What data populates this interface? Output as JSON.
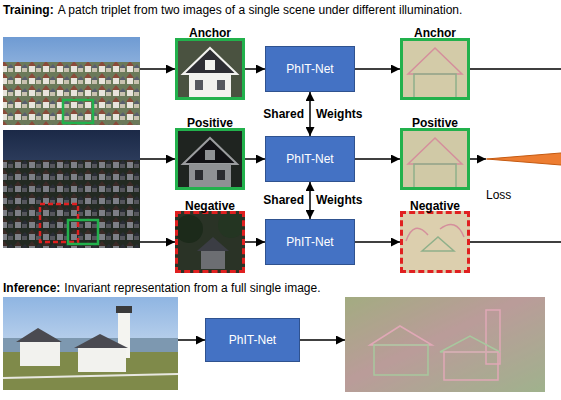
{
  "diagram": {
    "nodes": [
      {
        "text": [
          "Anchor"
        ]
      },
      {
        "text": [
          "PhIT-Net"
        ]
      },
      {
        "text": [
          "Anchor"
        ]
      },
      {
        "text": [
          "Positive"
        ]
      },
      {
        "text": [
          "PhIT-Net"
        ]
      },
      {
        "text": [
          "Positive"
        ]
      },
      {
        "text": [
          "Loss"
        ]
      },
      {
        "text": [
          "Negative"
        ]
      },
      {
        "text": [
          "PhIT-Net"
        ]
      },
      {
        "text": [
          "Negative"
        ]
      },
      {
        "text": [
          "PhIT-Net"
        ]
      }
    ],
    "edges": [
      {
        "from": 0,
        "to": 1,
        "arrow": "to"
      },
      {
        "from": 1,
        "to": 2,
        "arrow": "to"
      },
      {
        "from": 2,
        "to": 6,
        "arrow": "to"
      },
      {
        "from": 1,
        "to": 4,
        "arrow": "both"
      },
      {
        "from": 3,
        "to": 4,
        "arrow": "to"
      },
      {
        "from": 4,
        "to": 5,
        "arrow": "to"
      },
      {
        "from": 5,
        "to": 6,
        "arrow": "to"
      },
      {
        "from": 4,
        "to": 8,
        "arrow": "both"
      },
      {
        "from": 7,
        "to": 8,
        "arrow": "to"
      },
      {
        "from": 8,
        "to": 9,
        "arrow": "to"
      },
      {
        "from": 9,
        "to": 6,
        "arrow": "to"
      }
    ],
    "labels": [
      "Training:",
      "A patch triplet from two images of a single scene under different illumination.",
      "Shared",
      "Weights",
      "Shared",
      "Weights",
      "Inference:",
      "Invariant representation from a full single image."
    ]
  }
}
